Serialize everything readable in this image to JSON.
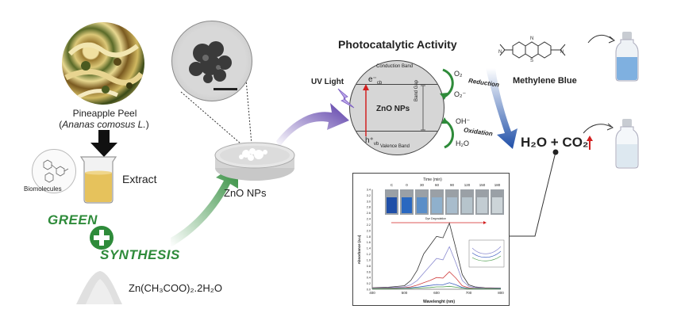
{
  "labels": {
    "pineapple_peel": "Pineapple Peel",
    "species": "Ananas comosus L.",
    "biomolecules": "Biomolecules",
    "extract": "Extract",
    "green": "GREEN",
    "synthesis": "SYNTHESIS",
    "precursor": "Zn(CH₃COO)₂.2H₂O",
    "zno_nps_dish": "ZnO NPs",
    "photocatalytic_activity": "Photocatalytic Activity",
    "uv_light": "UV Light",
    "conduction_band": "Conduction Band",
    "valence_band": "Valence Band",
    "band_gap": "Band Gap",
    "electron": "e⁻",
    "electron_sub": "cb",
    "hole": "h⁺",
    "hole_sub": "vb",
    "zno_nps_particle": "ZnO NPs",
    "o2": "O₂",
    "o2_radical": "O₂⁻",
    "reduction": "Reduction",
    "oh_radical": "OH⁻",
    "h2o_in": "H₂O",
    "oxidation": "Oxidation",
    "methylene_blue": "Methylene Blue",
    "products": "H₂O + CO₂"
  },
  "colors": {
    "green_accent": "#2e8b3a",
    "arrow_purple": "#6a4bb0",
    "arrow_blue": "#1f4fa8",
    "red_arrow": "#d22020",
    "vial_liquid_blue": "#7fb0e0",
    "vial_liquid_clear": "#dde8f0"
  },
  "chart_data": {
    "type": "line",
    "title": "",
    "xlabel": "Wavelenght (nm)",
    "ylabel": "Absorbance (a.u)",
    "xlim": [
      400,
      800
    ],
    "ylim": [
      0,
      3.4
    ],
    "x_ticks": [
      "400",
      "500",
      "600",
      "700",
      "800"
    ],
    "y_ticks": [
      "0.0",
      "0.2",
      "0.4",
      "0.6",
      "0.8",
      "1.0",
      "1.2",
      "1.4",
      "1.6",
      "1.8",
      "2.0",
      "2.2",
      "2.4",
      "2.6",
      "2.8",
      "3.0",
      "3.2",
      "3.4"
    ],
    "inset": {
      "time_label": "Time (min)",
      "time_points": [
        "C",
        "0",
        "30",
        "60",
        "90",
        "120",
        "150",
        "180"
      ],
      "arrow_label": "Dye Degradation"
    },
    "x": [
      400,
      450,
      500,
      520,
      540,
      560,
      580,
      600,
      620,
      640,
      660,
      680,
      700,
      720,
      750,
      800
    ],
    "series": [
      {
        "color": "#333333",
        "values": [
          0.05,
          0.07,
          0.12,
          0.3,
          0.65,
          1.2,
          1.5,
          1.8,
          1.75,
          2.25,
          1.4,
          0.5,
          0.15,
          0.08,
          0.05,
          0.04
        ]
      },
      {
        "color": "#8a8ad0",
        "values": [
          0.04,
          0.05,
          0.08,
          0.15,
          0.3,
          0.55,
          0.8,
          1.05,
          1.0,
          1.45,
          0.9,
          0.3,
          0.1,
          0.06,
          0.04,
          0.03
        ]
      },
      {
        "color": "#d04040",
        "values": [
          0.03,
          0.04,
          0.05,
          0.08,
          0.14,
          0.22,
          0.3,
          0.4,
          0.38,
          0.6,
          0.38,
          0.12,
          0.05,
          0.03,
          0.03,
          0.02
        ]
      },
      {
        "color": "#4060c0",
        "values": [
          0.02,
          0.03,
          0.04,
          0.05,
          0.07,
          0.1,
          0.13,
          0.16,
          0.15,
          0.22,
          0.15,
          0.06,
          0.03,
          0.02,
          0.02,
          0.02
        ]
      },
      {
        "color": "#50a050",
        "values": [
          0.02,
          0.02,
          0.03,
          0.03,
          0.04,
          0.05,
          0.06,
          0.08,
          0.08,
          0.1,
          0.07,
          0.04,
          0.02,
          0.02,
          0.02,
          0.01
        ]
      }
    ]
  }
}
